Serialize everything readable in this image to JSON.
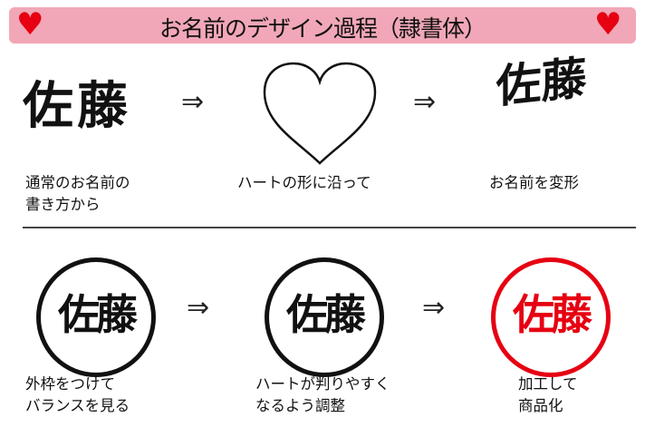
{
  "header": {
    "title": "お名前のデザイン過程（隷書体）",
    "heart_icon": "♥",
    "accent": "#e60012",
    "bar_color": "#f1a7b7"
  },
  "arrow": "⇒",
  "name": "佐藤",
  "steps": [
    {
      "caption": "通常のお名前の\n書き方から"
    },
    {
      "caption": "ハートの形に沿って"
    },
    {
      "caption": "お名前を変形"
    },
    {
      "caption": "外枠をつけて\nバランスを見る"
    },
    {
      "caption": "ハートが判りやすく\nなるよう調整"
    },
    {
      "caption": "加工して\n商品化"
    }
  ]
}
